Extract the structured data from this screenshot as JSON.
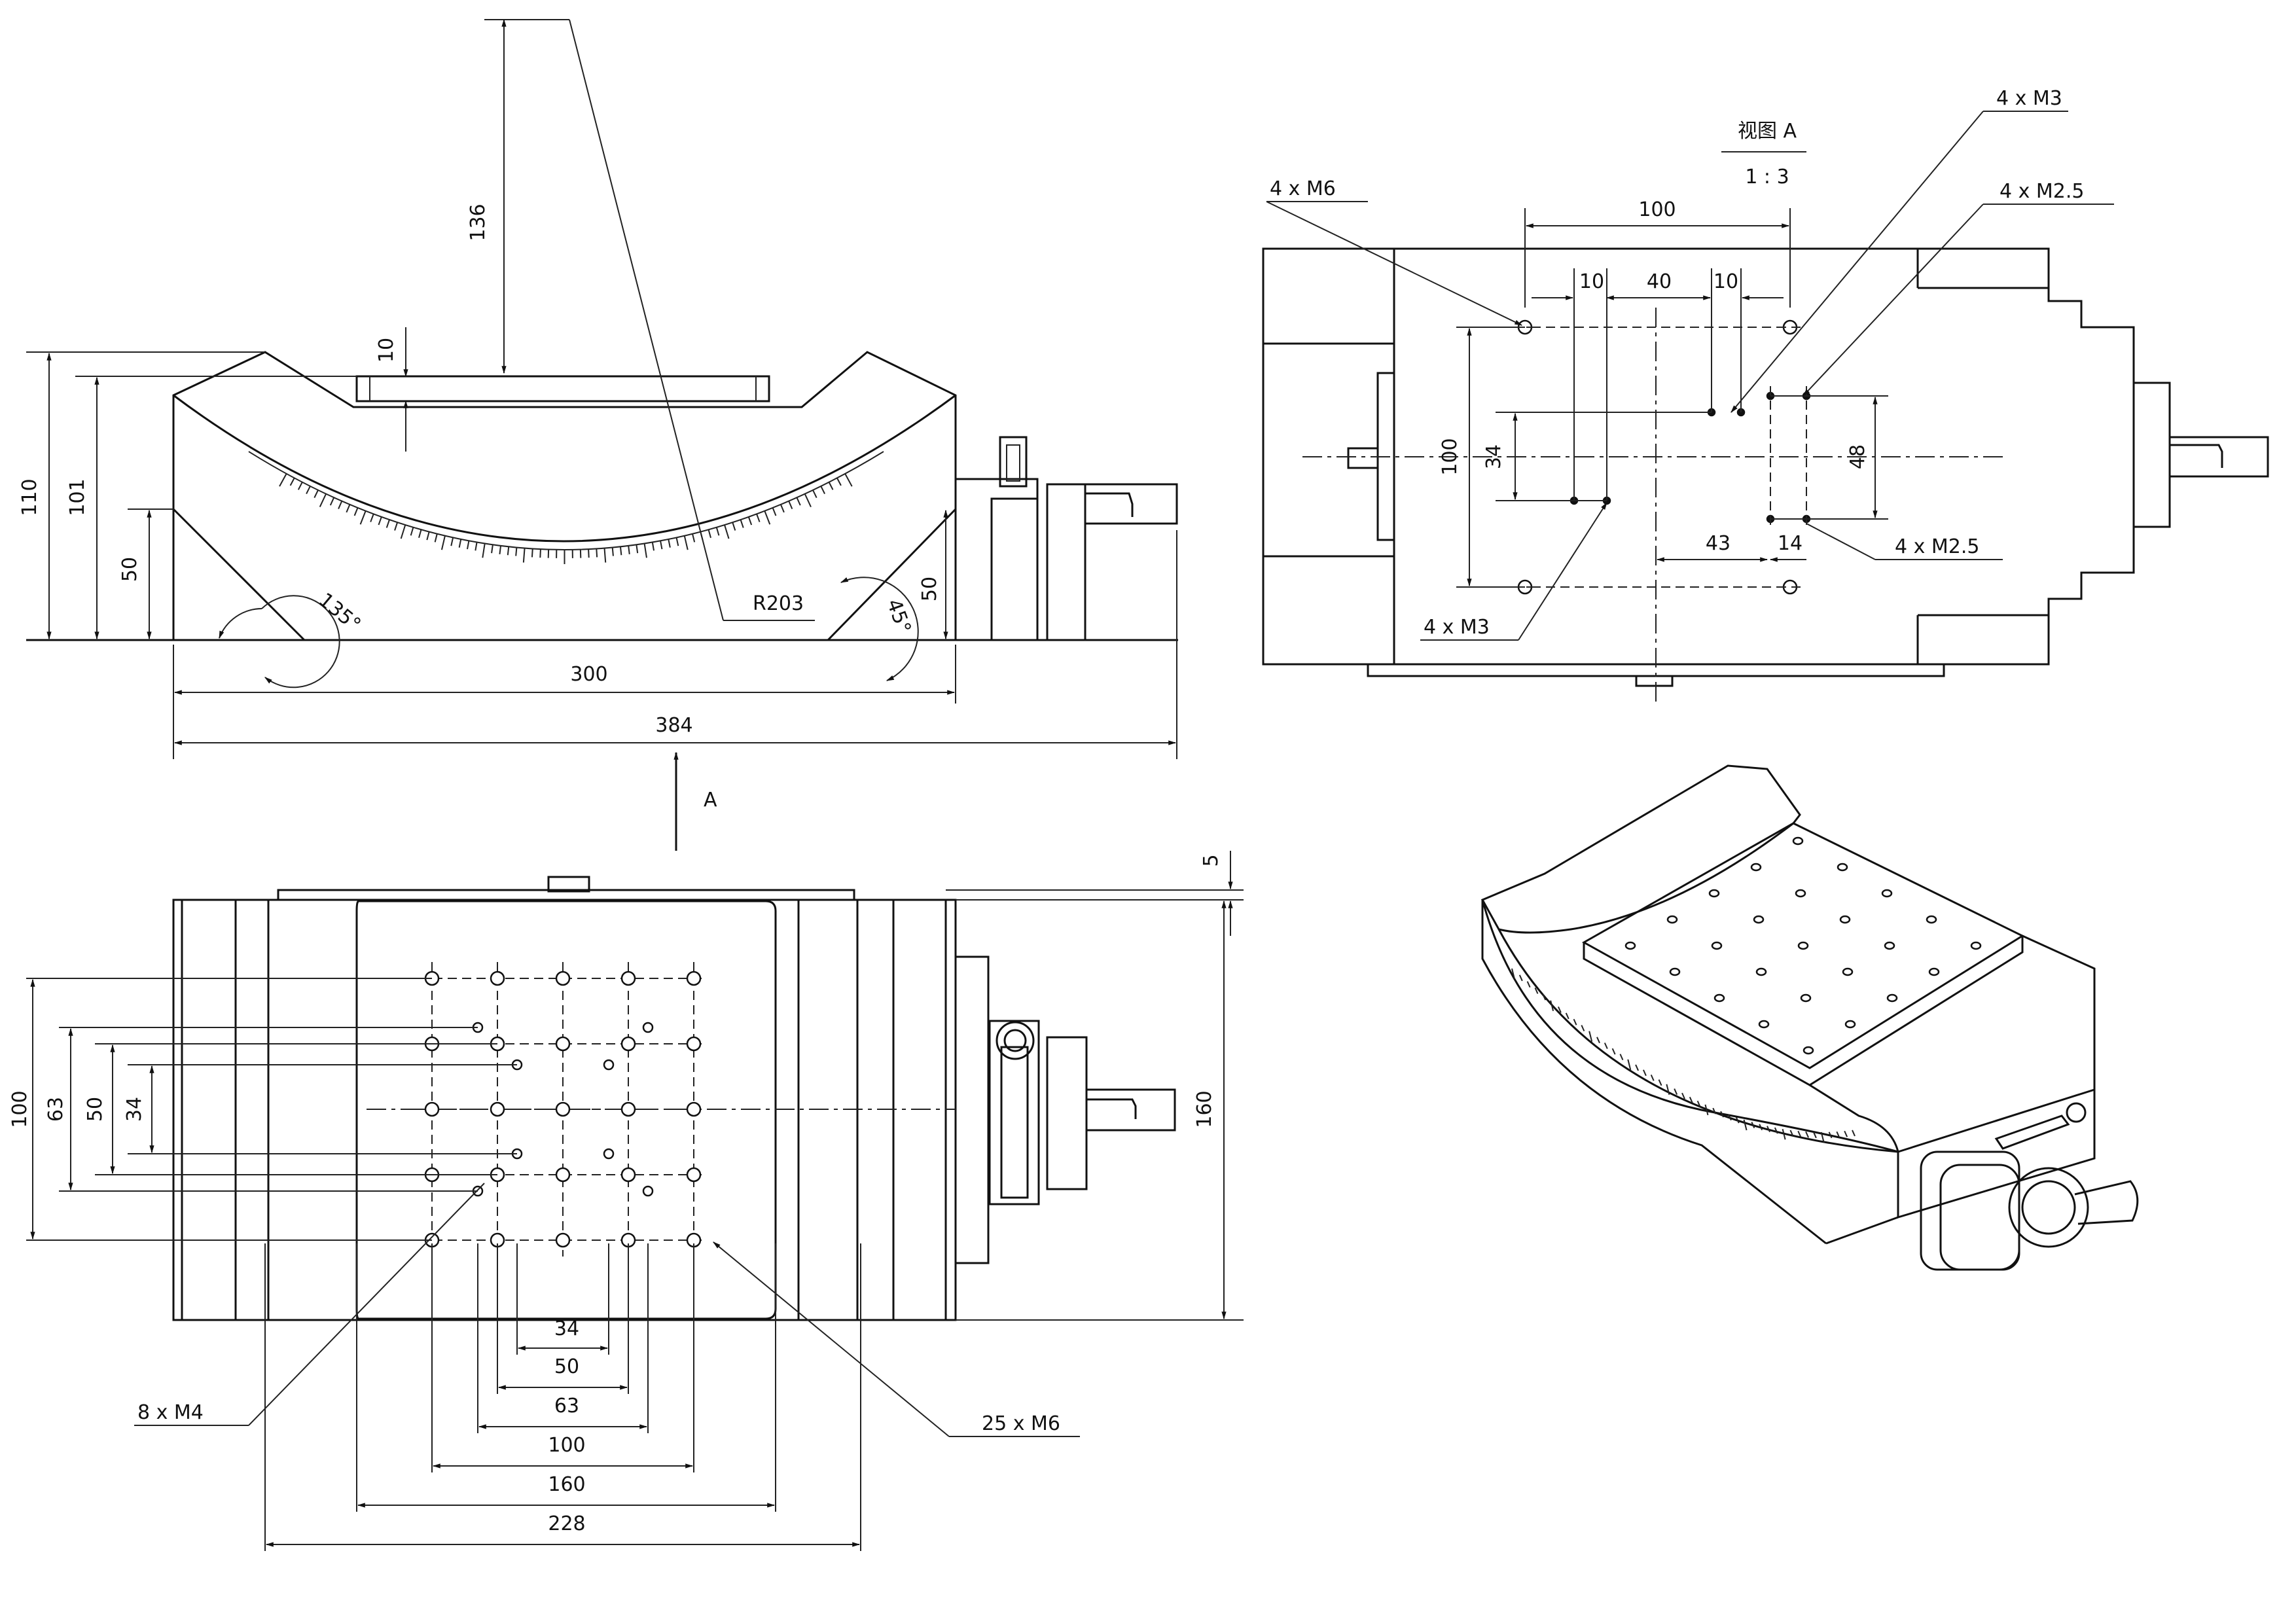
{
  "front_view": {
    "dims": {
      "d136": "136",
      "d10": "10",
      "d110": "110",
      "d101": "101",
      "d50_left": "50",
      "d50_right": "50",
      "d300": "300",
      "d384": "384",
      "r203": "R203",
      "a135": "135°",
      "a45": "45°"
    }
  },
  "view_arrow": {
    "label": "A"
  },
  "top_view": {
    "dims": {
      "d5": "5",
      "d160_right": "160",
      "d100_left": "100",
      "d63_left": "63",
      "d50_left": "50",
      "d34_left": "34",
      "d34_bottom": "34",
      "d50_bottom": "50",
      "d63_bottom": "63",
      "d100_bottom": "100",
      "d160_bottom": "160",
      "d228_bottom": "228"
    },
    "callouts": {
      "m4": "8 x  M4",
      "m6": "25 x  M6"
    }
  },
  "view_a": {
    "title": "视图 A",
    "scale": "1 : 3",
    "dims": {
      "d100_top": "100",
      "d10_a": "10",
      "d40": "40",
      "d10_b": "10",
      "d100_left": "100",
      "d34": "34",
      "d48": "48",
      "d43": "43",
      "d14": "14"
    },
    "callouts": {
      "m6": "4 x  M6",
      "m3_top": "4 x  M3",
      "m25_top": "4 x  M2.5",
      "m25_bottom": "4 x  M2.5",
      "m3_bottom": "4 x  M3"
    }
  },
  "colors": {
    "line": "#111111",
    "background": "#ffffff"
  }
}
